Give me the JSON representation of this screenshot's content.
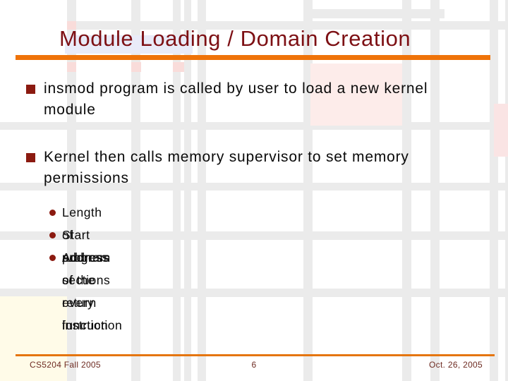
{
  "slide": {
    "title": "Module Loading / Domain Creation",
    "bullets": [
      {
        "text": "insmod program is called by user to load a new kernel module",
        "sub": []
      },
      {
        "text": "Kernel then calls memory supervisor to set memory permissions",
        "sub": [
          "Length of program sections",
          "Start address of every function",
          "Address of the return instruction"
        ]
      }
    ],
    "footer": {
      "course": "CS5204 Fall 2005",
      "page_number": "6",
      "date": "Oct. 26, 2005"
    },
    "colors": {
      "accent_orange": "#ef7309",
      "title_maroon": "#7d1014",
      "bullet_marker_red": "#8b1a10",
      "footer_text": "#6e2b22",
      "grid_gray": "#ebebeb",
      "tint_pink": "#fdecea",
      "tint_pink_strong": "#f9dcda",
      "tint_cream": "#fffbe8",
      "tint_lavender": "#e9ebf8",
      "body_text": "#0a0a0a",
      "background": "#ffffff"
    }
  }
}
